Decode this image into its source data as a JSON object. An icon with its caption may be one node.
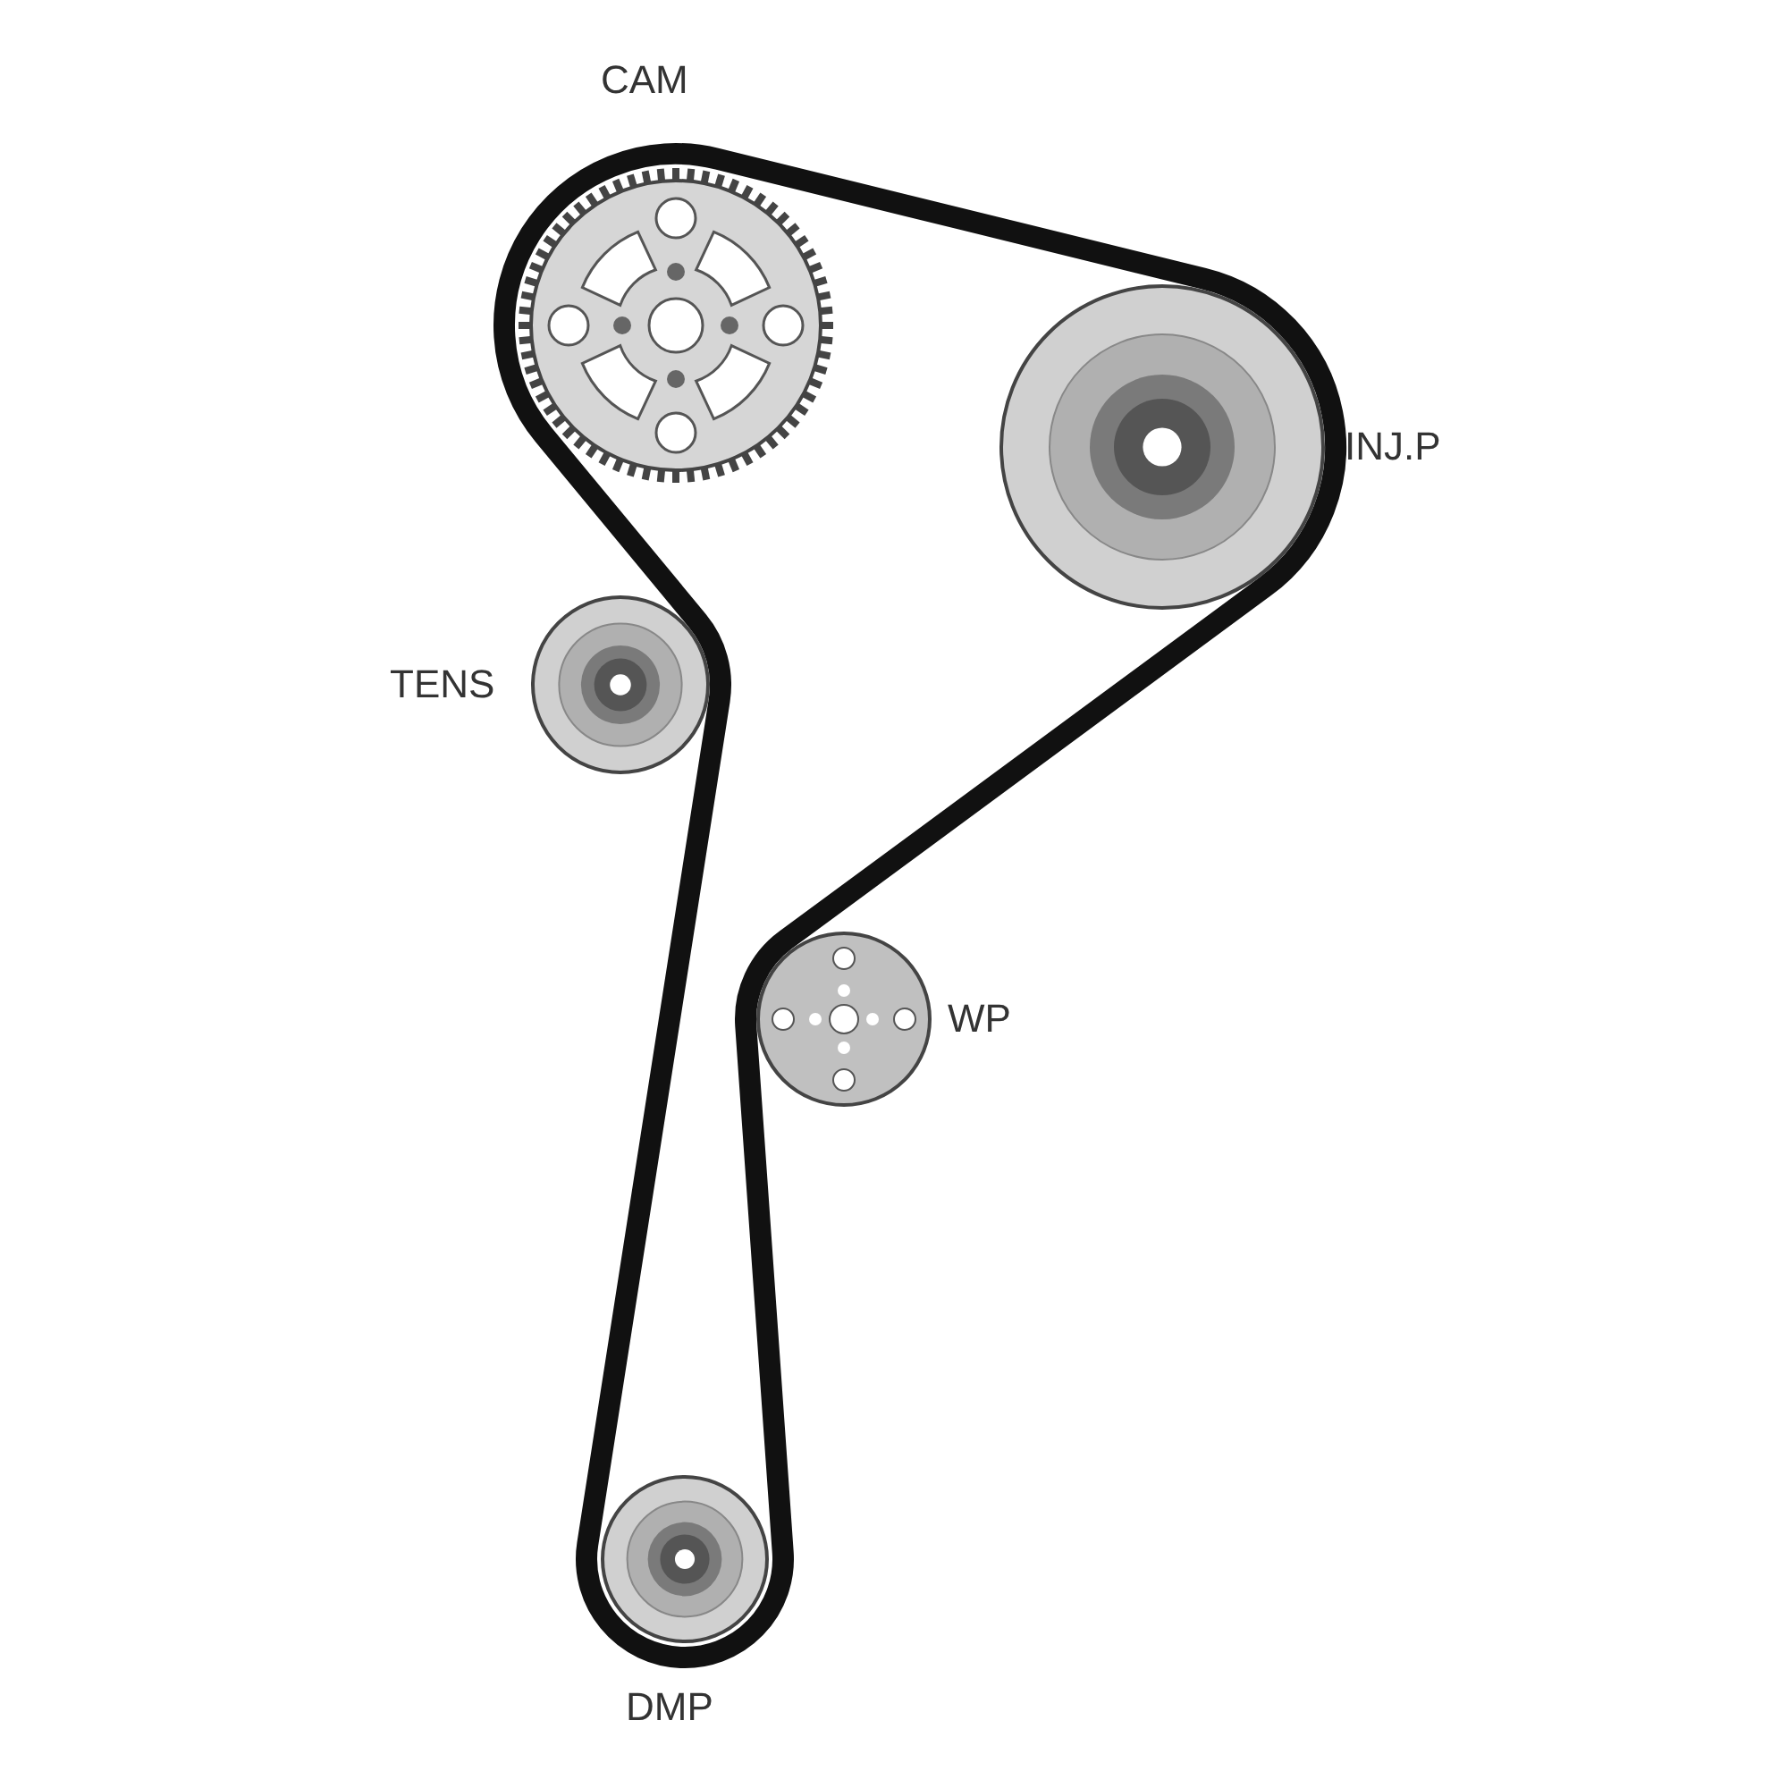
{
  "diagram": {
    "nodes": [
      {
        "text": [
          "CAM"
        ]
      },
      {
        "text": [
          "INJ.P"
        ]
      },
      {
        "text": [
          "TENS"
        ]
      },
      {
        "text": [
          "WP"
        ]
      },
      {
        "text": [
          "DMP"
        ]
      }
    ]
  }
}
